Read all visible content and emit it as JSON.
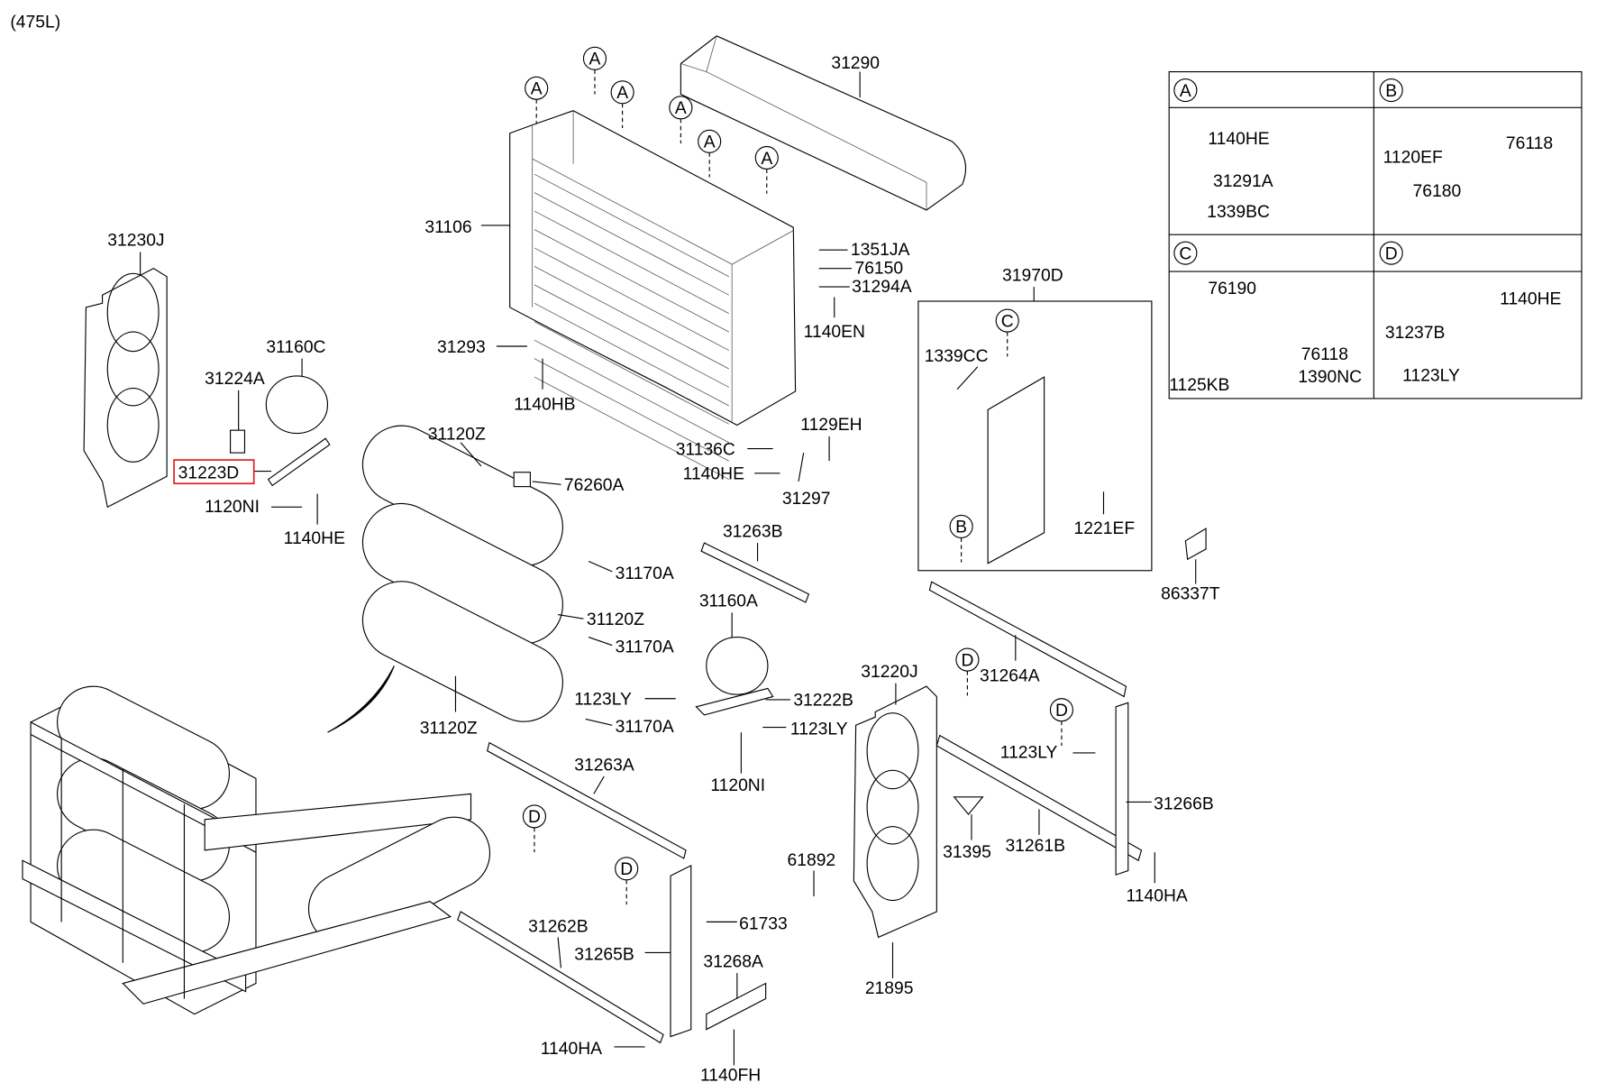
{
  "diagram": {
    "variant_label": "(475L)",
    "highlight_color": "#e02020",
    "highlighted_part": "31223D",
    "labels": [
      "31290",
      "31106",
      "31230J",
      "31160C",
      "31224A",
      "31223D",
      "1120NI",
      "1140HE",
      "31293",
      "1140HB",
      "1351JA",
      "76150",
      "31294A",
      "1140EN",
      "31120Z",
      "76260A",
      "31136C",
      "1140HE",
      "1129EH",
      "31297",
      "31170A",
      "31120Z",
      "31170A",
      "31120Z",
      "31170A",
      "31263B",
      "31160A",
      "1123LY",
      "31222B",
      "1123LY",
      "1120NI",
      "31263A",
      "31970D",
      "1339CC",
      "1221EF",
      "86337T",
      "31264A",
      "31220J",
      "1123LY",
      "31266B",
      "31395",
      "31261B",
      "1140HA",
      "61892",
      "61733",
      "31262B",
      "31265B",
      "31268A",
      "21895",
      "1140HA",
      "1140FH"
    ],
    "callouts": [
      "A",
      "A",
      "A",
      "A",
      "A",
      "A",
      "C",
      "B",
      "D",
      "D",
      "D",
      "D"
    ],
    "detail_table": {
      "cells": [
        {
          "letter": "A",
          "parts": [
            "1140HE",
            "31291A",
            "1339BC"
          ]
        },
        {
          "letter": "B",
          "parts": [
            "1120EF",
            "76118",
            "76180"
          ]
        },
        {
          "letter": "C",
          "parts": [
            "76190",
            "76118",
            "1390NC",
            "1125KB"
          ]
        },
        {
          "letter": "D",
          "parts": [
            "1140HE",
            "31237B",
            "1123LY"
          ]
        }
      ]
    }
  }
}
